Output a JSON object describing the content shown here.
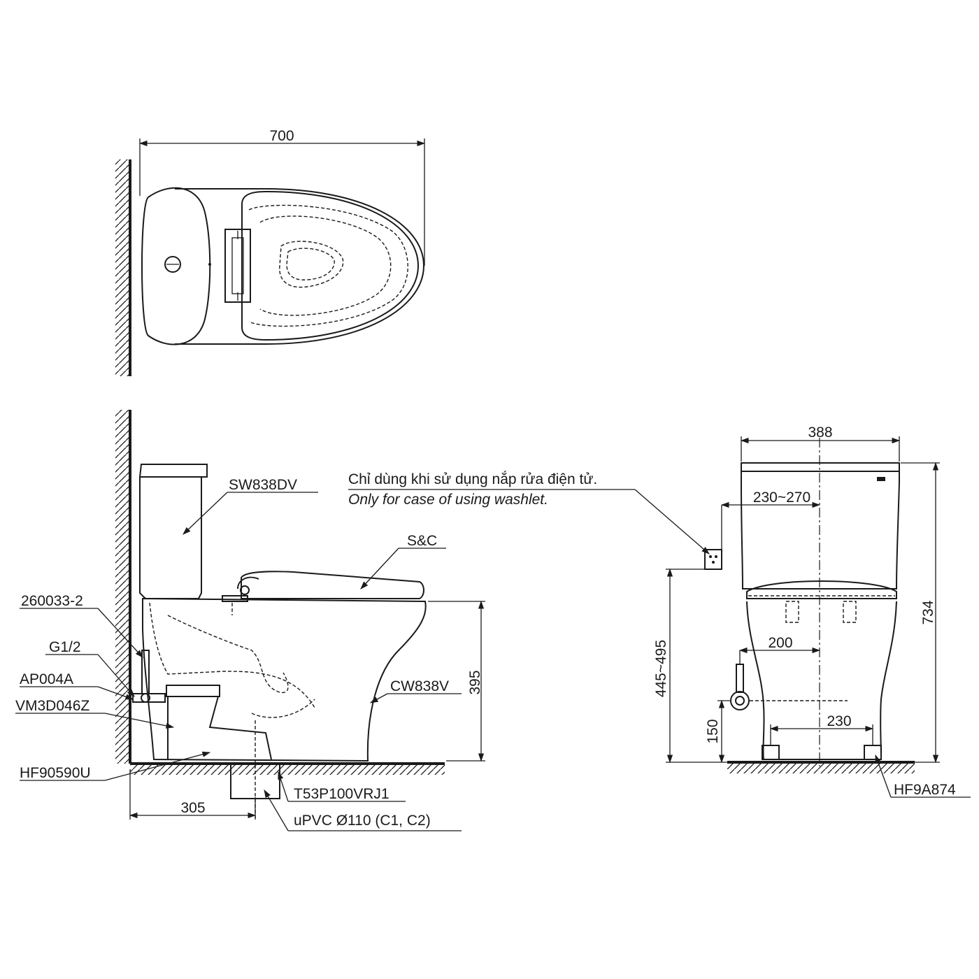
{
  "top_view": {
    "width_dim": "700"
  },
  "side_view": {
    "tank_label": "SW838DV",
    "seat_label": "S&C",
    "bowl_label": "CW838V",
    "valve_label": "260033-2",
    "thread_label": "G1/2",
    "stop_label": "AP004A",
    "hose_label": "VM3D046Z",
    "flange_label": "HF90590U",
    "outlet_label": "T53P100VRJ1",
    "pipe_label": "uPVC Ø110 (C1, C2)",
    "height_dim": "395",
    "rough_in_dim": "305"
  },
  "note": {
    "vietnamese": "Chỉ dùng khi sử dụng nắp rửa điện tử.",
    "english": "Only for case of using washlet."
  },
  "front_view": {
    "width_dim": "388",
    "socket_offset_dim": "230~270",
    "height_dim": "734",
    "socket_height_dim": "445~495",
    "inlet_offset_dim": "200",
    "inlet_height_dim": "150",
    "bolt_spacing_dim": "230",
    "bolt_label": "HF9A874"
  }
}
